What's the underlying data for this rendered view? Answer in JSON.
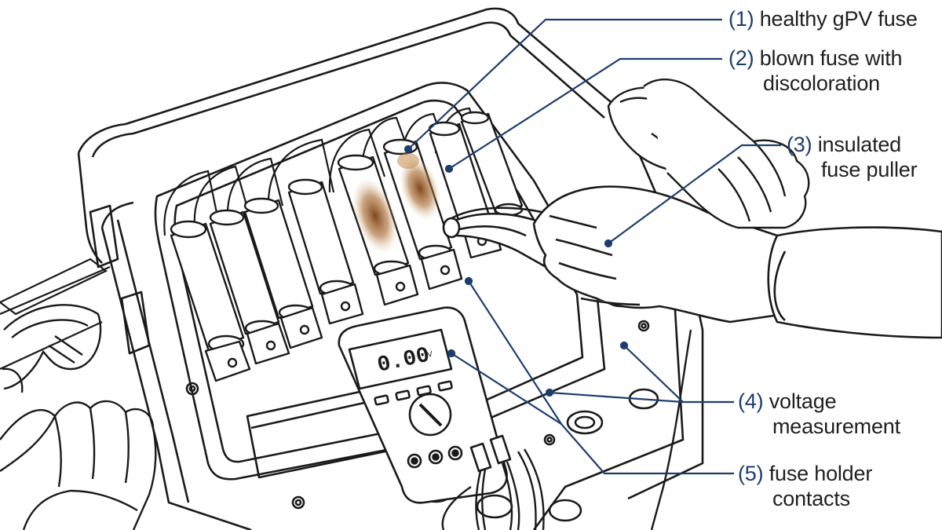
{
  "colors": {
    "ink": "#1a1a1a",
    "callout_line": "#1d3d6e",
    "callout_number": "#1d3d6e",
    "scorch": "#8a4a1c",
    "scorch_light": "#c9a16e",
    "background": "#ffffff"
  },
  "callouts": [
    {
      "number": "(1)",
      "line1": "healthy gPV fuse",
      "line2": ""
    },
    {
      "number": "(2)",
      "line1": "blown fuse with",
      "line2": "discoloration"
    },
    {
      "number": "(3)",
      "line1": "insulated",
      "line2": "fuse puller"
    },
    {
      "number": "(4)",
      "line1": "voltage",
      "line2": "measurement"
    },
    {
      "number": "(5)",
      "line1": "fuse holder",
      "line2": "contacts"
    }
  ],
  "multimeter": {
    "display_reading": "0.00",
    "display_unit": "V"
  },
  "icons": {
    "enclosure": "combiner-box",
    "fuses": "cylindrical-fuse",
    "tool": "fuse-puller-icon",
    "gloves": "glove-icon",
    "goggles": "safety-goggles-icon",
    "meter": "multimeter-icon"
  }
}
